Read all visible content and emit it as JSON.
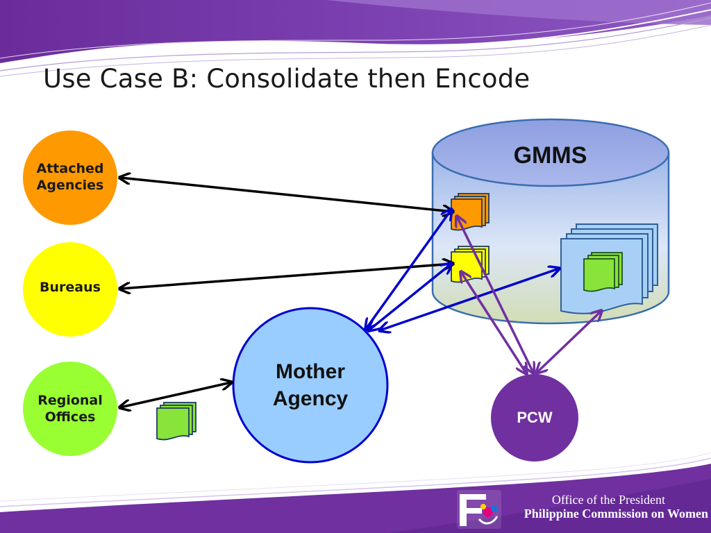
{
  "slide": {
    "title": "Use Case B: Consolidate then Encode"
  },
  "nodes": {
    "attached": {
      "label_line1": "Attached",
      "label_line2": "Agencies",
      "color": "#FF9900"
    },
    "bureaus": {
      "label": "Bureaus",
      "color": "#FFFF00"
    },
    "regional": {
      "label_line1": "Regional",
      "label_line2": "Offices",
      "color": "#99FF33"
    },
    "mother": {
      "label_line1": "Mother",
      "label_line2": "Agency",
      "color": "#99CCFF"
    },
    "pcw": {
      "label": "PCW",
      "color": "#7030A0"
    },
    "gmms": {
      "label": "GMMS"
    }
  },
  "footer": {
    "line1": "Office of the President",
    "line2": "Philippine Commission on Women",
    "logo": "pcw-logo-icon"
  },
  "colors": {
    "purple": "#7030A0",
    "black_arrow": "#000000",
    "blue_arrow": "#0000CC",
    "purple_arrow": "#7030A0"
  }
}
